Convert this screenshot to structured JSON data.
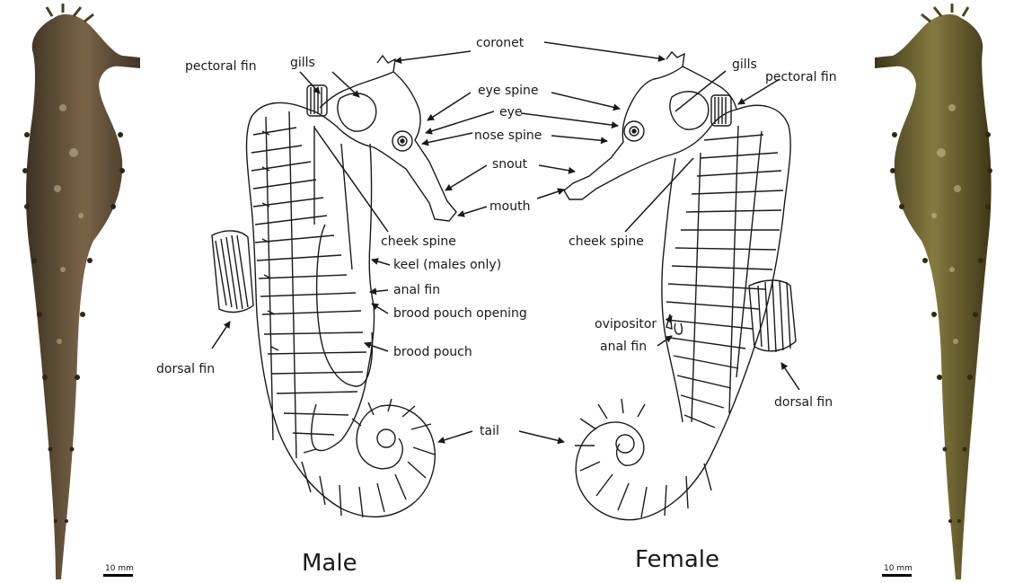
{
  "labels": {
    "coronet": "coronet",
    "pectoral_fin_male": "pectoral fin",
    "gills_male": "gills",
    "eye_spine": "eye spine",
    "eye": "eye",
    "nose_spine": "nose spine",
    "snout": "snout",
    "mouth": "mouth",
    "cheek_spine_male": "cheek spine",
    "keel": "keel (males only)",
    "anal_fin_male": "anal fin",
    "brood_pouch_opening": "brood pouch opening",
    "brood_pouch": "brood pouch",
    "dorsal_fin_male": "dorsal fin",
    "tail": "tail",
    "gills_female": "gills",
    "pectoral_fin_female": "pectoral fin",
    "cheek_spine_female": "cheek spine",
    "ovipositor": "ovipositor",
    "anal_fin_female": "anal fin",
    "dorsal_fin_female": "dorsal fin"
  },
  "captions": {
    "male": "Male",
    "female": "Female"
  },
  "scale_bars": {
    "left": "10 mm",
    "right": "10 mm"
  },
  "colors": {
    "ink": "#1a1a1a",
    "photo_left": "#5a4a35",
    "photo_right": "#5e5530",
    "background": "#ffffff"
  }
}
